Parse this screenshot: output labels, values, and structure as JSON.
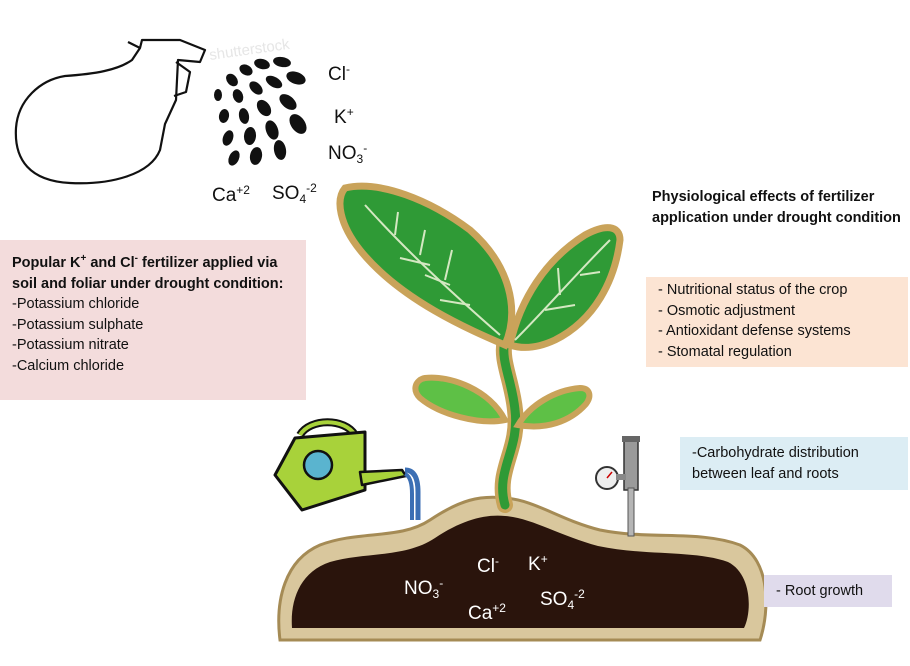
{
  "spray_ions": {
    "cl": {
      "base": "Cl",
      "sup": "-"
    },
    "k": {
      "base": "K",
      "sup": "+"
    },
    "no3": {
      "base": "NO",
      "sub": "3",
      "sup": "-"
    },
    "ca": {
      "base": "Ca",
      "sup": "+2"
    },
    "so4": {
      "base": "SO",
      "sub": "4",
      "sup": "-2"
    }
  },
  "soil_ions": {
    "cl": {
      "base": "Cl",
      "sup": "-"
    },
    "k": {
      "base": "K",
      "sup": "+"
    },
    "no3": {
      "base": "NO",
      "sub": "3",
      "sup": "-"
    },
    "ca": {
      "base": "Ca",
      "sup": "+2"
    },
    "so4": {
      "base": "SO",
      "sub": "4",
      "sup": "-2"
    }
  },
  "fertilizer_box": {
    "title_part1": "Popular K",
    "title_sup1": "+",
    "title_part2": " and Cl",
    "title_sup2": "-",
    "title_part3": " fertilizer applied via soil and foliar  under drought condition:",
    "items": [
      "-Potassium chloride",
      "-Potassium sulphate",
      "-Potassium nitrate",
      "-Calcium chloride"
    ]
  },
  "effects_heading": "Physiological effects of fertilizer application under drought condition",
  "effects_box": {
    "items": [
      "- Nutritional status of the crop",
      "- Osmotic adjustment",
      "- Antioxidant defense systems",
      "- Stomatal regulation"
    ]
  },
  "carbohydrate_box": {
    "text": "-Carbohydrate distribution between leaf and roots"
  },
  "root_box": {
    "text": "- Root growth"
  },
  "watermark": "shutterstock",
  "colors": {
    "pink_box": "#f3dcdc",
    "peach_box": "#fce4d3",
    "blue_box": "#dcedf4",
    "lilac_box": "#e0dbec",
    "leaf_green": "#2f9a36",
    "leaf_gold": "#c9a35a",
    "soil": "#2a140c",
    "can_green": "#a8d23a"
  },
  "icons": [
    "spray-bottle-icon",
    "spray-droplets-icon",
    "plant-seedling-icon",
    "watering-can-icon",
    "soil-mound-icon",
    "soil-moisture-gauge-icon"
  ]
}
